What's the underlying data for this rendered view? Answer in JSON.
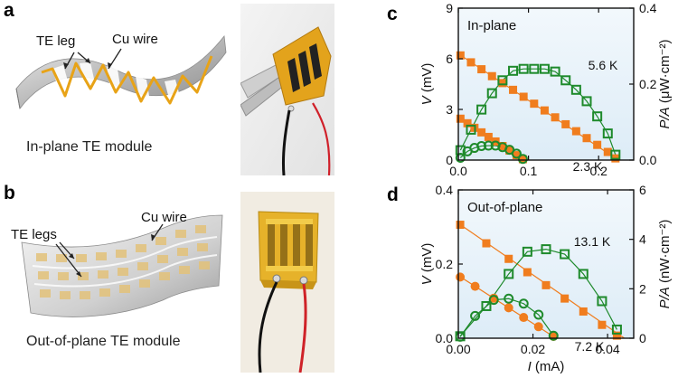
{
  "panels": {
    "a": {
      "label": "a",
      "callout_leg": "TE leg",
      "callout_wire": "Cu wire",
      "caption": "In-plane TE module"
    },
    "b": {
      "label": "b",
      "callout_leg": "TE legs",
      "callout_wire": "Cu wire",
      "caption": "Out-of-plane TE module"
    },
    "c": {
      "label": "c"
    },
    "d": {
      "label": "d"
    }
  },
  "colors": {
    "voltage": "#f07d1e",
    "power": "#1e8a2b",
    "plot_bg_top": "#f2f8fc",
    "plot_bg_bottom": "#ddecf7",
    "module_grey": "#bdbdbd",
    "wire_gold": "#e8a317",
    "polyimide": "#e3a31c"
  },
  "chart_data": [
    {
      "type": "line",
      "title": "In-plane",
      "xlabel_var": "I",
      "xlabel_unit": "(mA)",
      "ylabel_var": "V",
      "ylabel_unit": "(mV)",
      "y2label_var": "P/A",
      "y2label_unit": "(μW·cm⁻²)",
      "xlim": [
        0,
        0.25
      ],
      "ylim": [
        0,
        9
      ],
      "y2lim": [
        0,
        0.4
      ],
      "xticks": [
        "0.0",
        "0.1",
        "0.2"
      ],
      "xtick_values": [
        0,
        0.1,
        0.2
      ],
      "yticks": [
        "0",
        "3",
        "6",
        "9"
      ],
      "ytick_values": [
        0,
        3,
        6,
        9
      ],
      "y2ticks": [
        "0.0",
        "0.2",
        "0.4"
      ],
      "y2tick_values": [
        0,
        0.2,
        0.4
      ],
      "series": [
        {
          "name": "5.6 K",
          "kind": "V",
          "axis": "left",
          "marker": "filled-square",
          "x": [
            0.003,
            0.018,
            0.033,
            0.048,
            0.063,
            0.078,
            0.093,
            0.108,
            0.123,
            0.138,
            0.153,
            0.168,
            0.183,
            0.198,
            0.213,
            0.224
          ],
          "y": [
            6.2,
            5.79,
            5.38,
            4.97,
            4.56,
            4.16,
            3.75,
            3.34,
            2.94,
            2.53,
            2.12,
            1.71,
            1.3,
            0.9,
            0.48,
            0.1
          ],
          "fit": [
            [
              0,
              6.3
            ],
            [
              0.228,
              0
            ]
          ]
        },
        {
          "name": "2.3 K",
          "kind": "V",
          "axis": "left",
          "marker": "filled-square",
          "x": [
            0.003,
            0.013,
            0.023,
            0.033,
            0.043,
            0.053,
            0.063,
            0.073,
            0.083,
            0.092
          ],
          "y": [
            2.45,
            2.18,
            1.91,
            1.64,
            1.37,
            1.1,
            0.83,
            0.56,
            0.29,
            0.05
          ],
          "fit": [
            [
              0,
              2.53
            ],
            [
              0.094,
              0
            ]
          ]
        },
        {
          "name": "5.6 K",
          "kind": "P/A",
          "axis": "right",
          "marker": "open-square",
          "x": [
            0.003,
            0.018,
            0.033,
            0.048,
            0.063,
            0.078,
            0.093,
            0.108,
            0.123,
            0.138,
            0.153,
            0.168,
            0.183,
            0.198,
            0.213,
            0.224
          ],
          "y": [
            0.026,
            0.08,
            0.133,
            0.176,
            0.21,
            0.235,
            0.24,
            0.24,
            0.24,
            0.233,
            0.21,
            0.185,
            0.155,
            0.115,
            0.07,
            0.014
          ]
        },
        {
          "name": "2.3 K",
          "kind": "P/A",
          "axis": "right",
          "marker": "open-circle",
          "x": [
            0.003,
            0.013,
            0.023,
            0.033,
            0.043,
            0.053,
            0.063,
            0.073,
            0.083,
            0.092
          ],
          "y": [
            0.006,
            0.023,
            0.032,
            0.037,
            0.038,
            0.038,
            0.034,
            0.027,
            0.017,
            0.003
          ]
        }
      ],
      "annotations": [
        "5.6 K",
        "2.3 K"
      ]
    },
    {
      "type": "line",
      "title": "Out-of-plane",
      "xlabel_var": "I",
      "xlabel_unit": "(mA)",
      "ylabel_var": "V",
      "ylabel_unit": "(mV)",
      "y2label_var": "P/A",
      "y2label_unit": "(nW·cm⁻²)",
      "xlim": [
        0,
        0.047
      ],
      "ylim": [
        0,
        0.4
      ],
      "y2lim": [
        0,
        6
      ],
      "xticks": [
        "0.00",
        "0.02",
        "0.04"
      ],
      "xtick_values": [
        0,
        0.02,
        0.04
      ],
      "yticks": [
        "0.0",
        "0.2",
        "0.4"
      ],
      "ytick_values": [
        0,
        0.2,
        0.4
      ],
      "y2ticks": [
        "0",
        "2",
        "4",
        "6"
      ],
      "y2tick_values": [
        0,
        2,
        4,
        6
      ],
      "series": [
        {
          "name": "13.1 K",
          "kind": "V",
          "axis": "left",
          "marker": "filled-square",
          "x": [
            0.0005,
            0.0075,
            0.0135,
            0.0185,
            0.0235,
            0.0285,
            0.0335,
            0.0385,
            0.0425
          ],
          "y": [
            0.306,
            0.256,
            0.214,
            0.178,
            0.143,
            0.107,
            0.072,
            0.036,
            0.007
          ],
          "fit": [
            [
              0,
              0.31
            ],
            [
              0.0445,
              0
            ]
          ]
        },
        {
          "name": "7.2 K",
          "kind": "V",
          "axis": "left",
          "marker": "filled-circle",
          "x": [
            0.0005,
            0.0045,
            0.0095,
            0.0135,
            0.0175,
            0.0215,
            0.0255
          ],
          "y": [
            0.165,
            0.14,
            0.108,
            0.082,
            0.056,
            0.031,
            0.005
          ],
          "fit": [
            [
              0,
              0.169
            ],
            [
              0.0262,
              0
            ]
          ]
        },
        {
          "name": "13.1 K",
          "kind": "P/A",
          "axis": "right",
          "marker": "open-square",
          "x": [
            0.0005,
            0.0075,
            0.0135,
            0.0185,
            0.0235,
            0.0285,
            0.0335,
            0.0385,
            0.0425
          ],
          "y": [
            0.08,
            1.3,
            2.6,
            3.5,
            3.6,
            3.4,
            2.6,
            1.5,
            0.35
          ]
        },
        {
          "name": "7.2 K",
          "kind": "P/A",
          "axis": "right",
          "marker": "open-circle",
          "x": [
            0.0005,
            0.0045,
            0.0095,
            0.0135,
            0.0175,
            0.0215,
            0.0255
          ],
          "y": [
            0.06,
            0.9,
            1.55,
            1.6,
            1.4,
            0.95,
            0.1
          ]
        }
      ],
      "annotations": [
        "13.1 K",
        "7.2 K"
      ]
    }
  ]
}
